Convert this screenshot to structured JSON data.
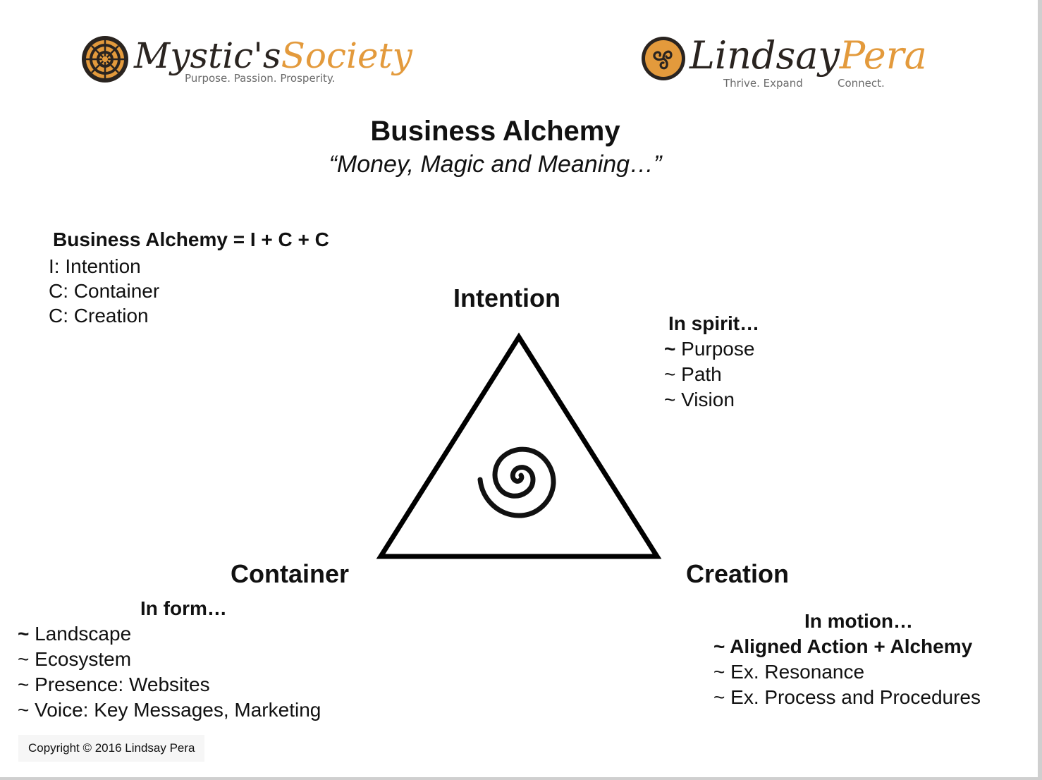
{
  "logos": {
    "left": {
      "name_part1": "Mystic's",
      "name_part2": "Society",
      "tagline": "Purpose. Passion. Prosperity."
    },
    "right": {
      "name_part1": "Lindsay",
      "name_part2": "Pera",
      "tagline_part1": "Thrive. Expand",
      "tagline_part2": "Connect."
    }
  },
  "header": {
    "title": "Business Alchemy",
    "subtitle": "“Money, Magic and Meaning…”"
  },
  "formula": {
    "heading": "Business Alchemy = I + C + C",
    "lines": [
      "I: Intention",
      "C: Container",
      "C: Creation"
    ]
  },
  "diagram": {
    "top_label": "Intention",
    "left_label": "Container",
    "right_label": "Creation"
  },
  "spirit": {
    "heading": "In spirit…",
    "items": [
      {
        "tilde": "~",
        "text": "Purpose"
      },
      {
        "tilde": "~",
        "text": "Path"
      },
      {
        "tilde": "~",
        "text": "Vision"
      }
    ]
  },
  "form": {
    "heading": "In form…",
    "items": [
      {
        "tilde": "~",
        "text": "Landscape"
      },
      {
        "tilde": "~",
        "text": "Ecosystem"
      },
      {
        "tilde": "~",
        "text": "Presence: Websites"
      },
      {
        "tilde": "~",
        "text": "Voice: Key Messages, Marketing"
      }
    ]
  },
  "motion": {
    "heading": "In motion…",
    "items": [
      {
        "tilde": "~",
        "text": "Aligned Action + Alchemy"
      },
      {
        "tilde": "~",
        "text": "Ex. Resonance"
      },
      {
        "tilde": "~",
        "text": "Ex. Process and Procedures"
      }
    ]
  },
  "footer": {
    "copyright": "Copyright © 2016 Lindsay Pera"
  },
  "colors": {
    "brand_orange": "#e39a3c",
    "brand_dark": "#2a2420",
    "text": "#111111",
    "tagline_gray": "#6b6b6b"
  },
  "icons": [
    "celtic-knot-icon",
    "triskele-icon",
    "spiral-icon"
  ]
}
